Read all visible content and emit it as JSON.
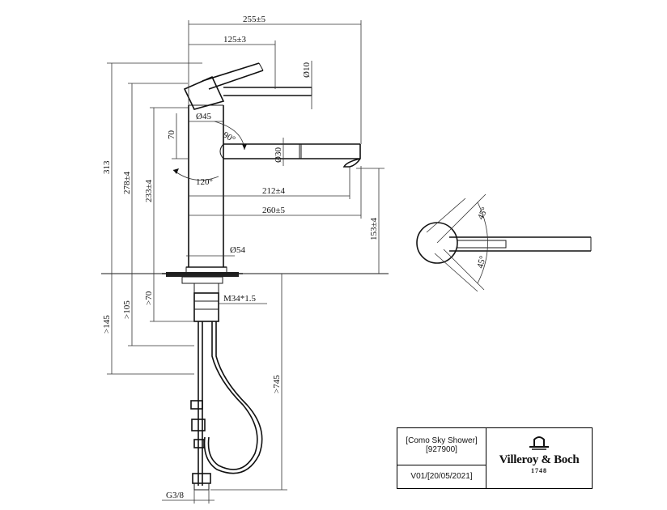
{
  "dimensions": {
    "d255": "255±5",
    "d125": "125±3",
    "d10": "Ø10",
    "d313": "313",
    "d278": "278±4",
    "d233": "233±4",
    "d70a": "70",
    "d45": "Ø45",
    "a90": "90°",
    "a120": "120°",
    "d30": "Ø30",
    "d212": "212±4",
    "d260": "260±5",
    "d153": "153±4",
    "d54": "Ø54",
    "d145": ">145",
    "d105": ">105",
    "d70b": ">70",
    "m34": "M34*1.5",
    "d745": ">745",
    "g38": "G3/8",
    "a45a": "45°",
    "a45b": "45°"
  },
  "title_block": {
    "product_name": "[Como Sky Shower]",
    "product_code": "[927900]",
    "version": "V01/[20/05/2021]",
    "brand": "Villeroy & Boch",
    "year": "1748"
  }
}
